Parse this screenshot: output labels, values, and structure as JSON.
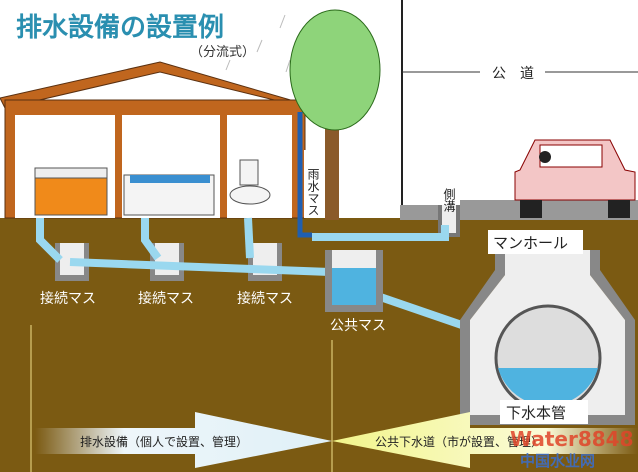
{
  "title": "排水設備の設置例",
  "subtitle": "（分流式）",
  "labels": {
    "road": "公　道",
    "rain_basin": "雨水マス",
    "gutter": "側溝",
    "manhole": "マンホール",
    "connection_basin": "接続マス",
    "public_basin": "公共マス",
    "main_sewer": "下水本管"
  },
  "arrows": {
    "private": "排水設備（個人で設置、管理）",
    "public": "公共下水道（市が設置、管理）"
  },
  "watermark": {
    "line1": "Water8848",
    "line2": "中国水业网"
  },
  "colors": {
    "ground": "#7b5a12",
    "house": "#c0661e",
    "water": "#4fb3e0",
    "title": "#2a8fb0"
  }
}
